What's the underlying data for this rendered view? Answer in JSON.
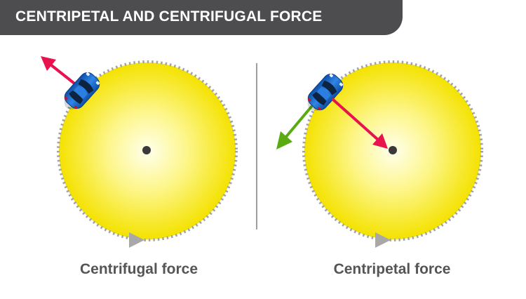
{
  "header": {
    "title": "CENTRIPETAL AND CENTRIFUGAL FORCE"
  },
  "panels": [
    {
      "caption": "Centrifugal force"
    },
    {
      "caption": "Centripetal force"
    }
  ],
  "colors": {
    "banner": "#4d4d4f",
    "disc_center": "#ffffe6",
    "disc_edge": "#f5e400",
    "path_dots": "#a3a3a3",
    "force_arrow_red": "#e8124f",
    "force_arrow_green": "#5aaa12",
    "car_body": "#1f6fd1",
    "divider": "#9e9e9e",
    "caption_text": "#555557"
  },
  "icons": [
    "car-icon",
    "direction-arrowhead-icon",
    "center-point-icon"
  ]
}
